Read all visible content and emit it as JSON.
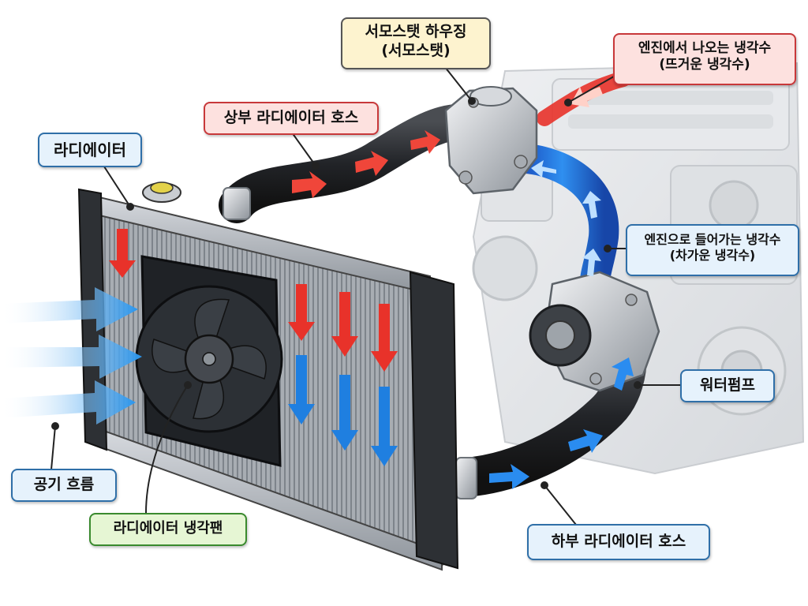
{
  "labels": {
    "radiator": "라디에이터",
    "upper_hose": "상부 라디에이터 호스",
    "thermostat_line1": "서모스탯 하우징",
    "thermostat_line2": "(서모스탯)",
    "hot_coolant_line1": "엔진에서 나오는 냉각수",
    "hot_coolant_line2": "(뜨거운 냉각수)",
    "cold_coolant_line1": "엔진으로 들어가는 냉각수",
    "cold_coolant_line2": "(차가운 냉각수)",
    "water_pump": "워터펌프",
    "lower_hose": "하부 라디에이터 호스",
    "airflow": "공기 흐름",
    "cooling_fan": "라디에이터 냉각팬"
  },
  "colors": {
    "hot": "#e8322a",
    "cold": "#1f7fe0",
    "air": "#3aa2f0"
  }
}
